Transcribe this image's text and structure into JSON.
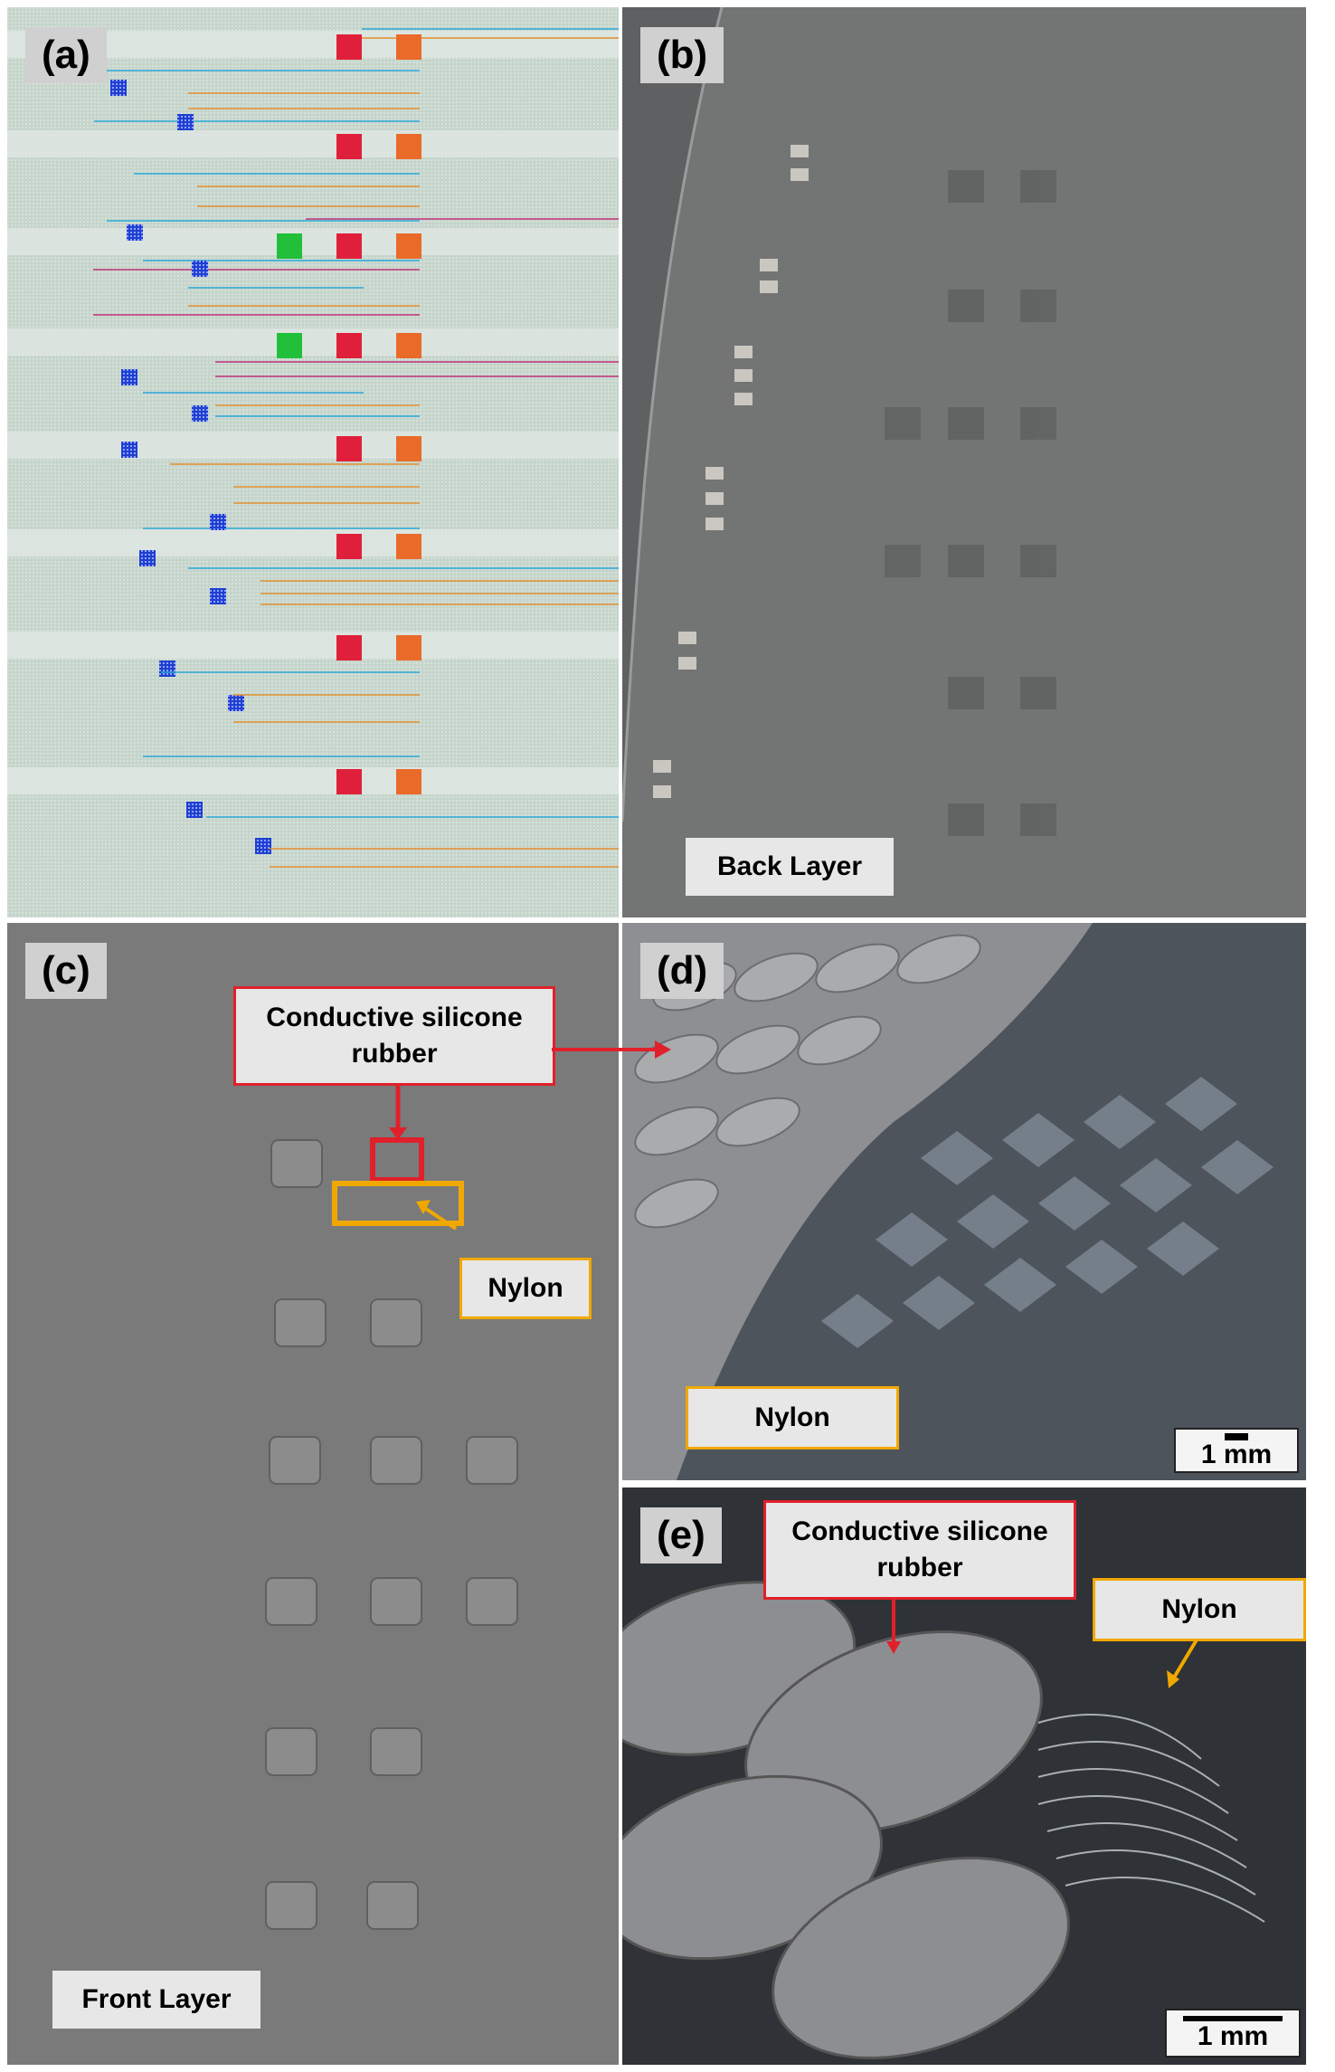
{
  "panels": {
    "a": {
      "label": "(a)"
    },
    "b": {
      "label": "(b)",
      "caption": "Back Layer"
    },
    "c": {
      "label": "(c)",
      "caption": "Front Layer",
      "callout_rubber": "Conductive silicone rubber",
      "callout_nylon": "Nylon"
    },
    "d": {
      "label": "(d)",
      "callout_nylon": "Nylon",
      "scale": "1 mm"
    },
    "e": {
      "label": "(e)",
      "callout_rubber": "Conductive silicone rubber",
      "callout_nylon": "Nylon",
      "scale": "1 mm"
    }
  },
  "colors": {
    "pattern_bg": "#c7d6cd",
    "pattern_band": "#dde4e0",
    "red": "#e0203a",
    "orange": "#ea6a2a",
    "green": "#22c03a",
    "blue": "#1f3fd0",
    "fabric": "#6c6d6e",
    "callout_red": "#e0202a",
    "callout_orange": "#f0a800"
  }
}
